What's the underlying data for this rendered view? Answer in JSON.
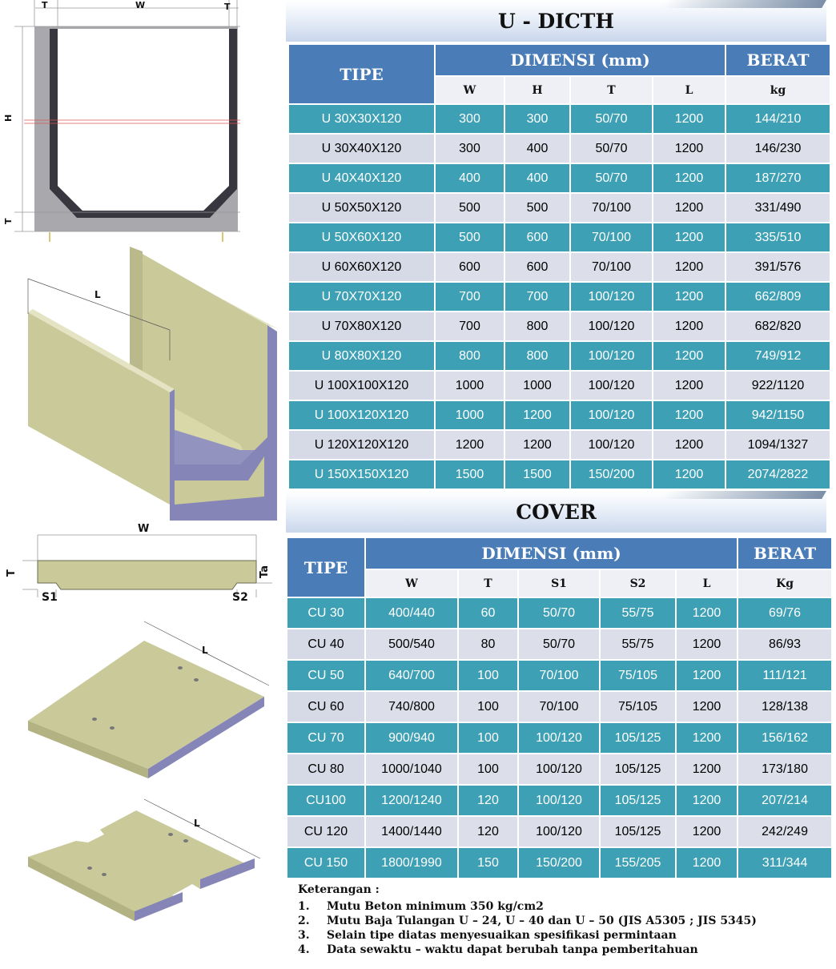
{
  "drawings": {
    "u_section": {
      "t_left": "T",
      "w": "W",
      "t_right": "T",
      "h": "H",
      "t_bottom": "T"
    },
    "u_iso": {
      "l": "L"
    },
    "cover_section": {
      "w": "W",
      "t": "T",
      "ta": "Ta",
      "s1": "S1",
      "s2": "S2"
    },
    "cover_iso1": {
      "l": "L"
    },
    "cover_iso2": {
      "l": "L"
    }
  },
  "u_ditch": {
    "title": "U - DICTH",
    "headers": {
      "tipe": "TIPE",
      "dimensi": "DIMENSI (mm)",
      "berat": "BERAT",
      "w": "W",
      "h": "H",
      "t": "T",
      "l": "L",
      "unit": "kg"
    },
    "rows": [
      {
        "tipe": "U 30X30X120",
        "w": "300",
        "h": "300",
        "t": "50/70",
        "l": "1200",
        "berat": "144/210"
      },
      {
        "tipe": "U 30X40X120",
        "w": "300",
        "h": "400",
        "t": "50/70",
        "l": "1200",
        "berat": "146/230"
      },
      {
        "tipe": "U 40X40X120",
        "w": "400",
        "h": "400",
        "t": "50/70",
        "l": "1200",
        "berat": "187/270"
      },
      {
        "tipe": "U 50X50X120",
        "w": "500",
        "h": "500",
        "t": "70/100",
        "l": "1200",
        "berat": "331/490"
      },
      {
        "tipe": "U 50X60X120",
        "w": "500",
        "h": "600",
        "t": "70/100",
        "l": "1200",
        "berat": "335/510"
      },
      {
        "tipe": "U 60X60X120",
        "w": "600",
        "h": "600",
        "t": "70/100",
        "l": "1200",
        "berat": "391/576"
      },
      {
        "tipe": "U 70X70X120",
        "w": "700",
        "h": "700",
        "t": "100/120",
        "l": "1200",
        "berat": "662/809"
      },
      {
        "tipe": "U 70X80X120",
        "w": "700",
        "h": "800",
        "t": "100/120",
        "l": "1200",
        "berat": "682/820"
      },
      {
        "tipe": "U 80X80X120",
        "w": "800",
        "h": "800",
        "t": "100/120",
        "l": "1200",
        "berat": "749/912"
      },
      {
        "tipe": "U 100X100X120",
        "w": "1000",
        "h": "1000",
        "t": "100/120",
        "l": "1200",
        "berat": "922/1120"
      },
      {
        "tipe": "U 100X120X120",
        "w": "1000",
        "h": "1200",
        "t": "100/120",
        "l": "1200",
        "berat": "942/1150"
      },
      {
        "tipe": "U 120X120X120",
        "w": "1200",
        "h": "1200",
        "t": "100/120",
        "l": "1200",
        "berat": "1094/1327"
      },
      {
        "tipe": "U 150X150X120",
        "w": "1500",
        "h": "1500",
        "t": "150/200",
        "l": "1200",
        "berat": "2074/2822"
      }
    ]
  },
  "cover": {
    "title": "COVER",
    "headers": {
      "tipe": "TIPE",
      "dimensi": "DIMENSI (mm)",
      "berat": "BERAT",
      "w": "W",
      "t": "T",
      "s1": "S1",
      "s2": "S2",
      "l": "L",
      "unit": "Kg"
    },
    "rows": [
      {
        "tipe": "CU 30",
        "w": "400/440",
        "t": "60",
        "s1": "50/70",
        "s2": "55/75",
        "l": "1200",
        "berat": "69/76"
      },
      {
        "tipe": "CU 40",
        "w": "500/540",
        "t": "80",
        "s1": "50/70",
        "s2": "55/75",
        "l": "1200",
        "berat": "86/93"
      },
      {
        "tipe": "CU 50",
        "w": "640/700",
        "t": "100",
        "s1": "70/100",
        "s2": "75/105",
        "l": "1200",
        "berat": "111/121"
      },
      {
        "tipe": "CU 60",
        "w": "740/800",
        "t": "100",
        "s1": "70/100",
        "s2": "75/105",
        "l": "1200",
        "berat": "128/138"
      },
      {
        "tipe": "CU 70",
        "w": "900/940",
        "t": "100",
        "s1": "100/120",
        "s2": "105/125",
        "l": "1200",
        "berat": "156/162"
      },
      {
        "tipe": "CU 80",
        "w": "1000/1040",
        "t": "100",
        "s1": "100/120",
        "s2": "105/125",
        "l": "1200",
        "berat": "173/180"
      },
      {
        "tipe": "CU100",
        "w": "1200/1240",
        "t": "120",
        "s1": "100/120",
        "s2": "105/125",
        "l": "1200",
        "berat": "207/214"
      },
      {
        "tipe": "CU 120",
        "w": "1400/1440",
        "t": "120",
        "s1": "100/120",
        "s2": "105/125",
        "l": "1200",
        "berat": "242/249"
      },
      {
        "tipe": "CU 150",
        "w": "1800/1990",
        "t": "150",
        "s1": "150/200",
        "s2": "155/205",
        "l": "1200",
        "berat": "311/344"
      }
    ]
  },
  "notes": {
    "title": "Keterangan :",
    "items": [
      {
        "num": "1.",
        "text": "Mutu Beton minimum 350 kg/cm2"
      },
      {
        "num": "2.",
        "text": "Mutu Baja Tulangan U – 24, U – 40 dan U – 50 (JIS A5305 ; JIS 5345)"
      },
      {
        "num": "3.",
        "text": "Selain tipe diatas menyesuaikan spesifikasi permintaan"
      },
      {
        "num": "4.",
        "text": "Data sewaktu – waktu dapat berubah tanpa pemberitahuan"
      }
    ]
  },
  "colors": {
    "header_blue": "#4a7cb8",
    "row_teal": "#3da0b4",
    "row_light": "#dcdfea",
    "concrete": "#c9c99a"
  }
}
